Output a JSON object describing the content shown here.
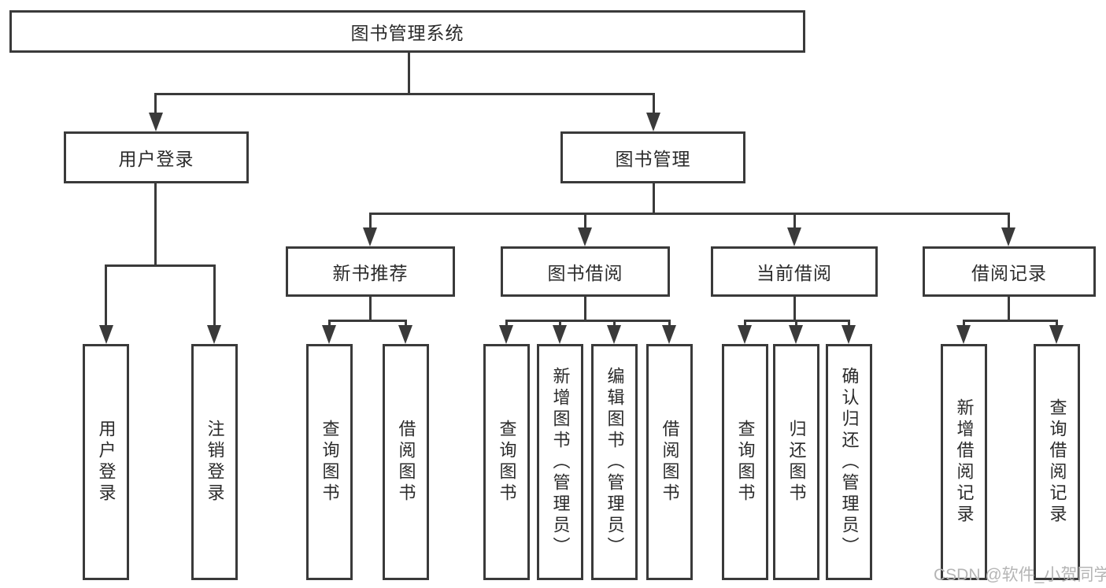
{
  "diagram": {
    "root": {
      "label": "图书管理系统"
    },
    "branches": {
      "user_login": {
        "label": "用户登录",
        "children": {
          "login": {
            "label": "用户登录"
          },
          "logout": {
            "label": "注销登录"
          }
        }
      },
      "book_mgmt": {
        "label": "图书管理",
        "children": {
          "new_book_rec": {
            "label": "新书推荐",
            "children": {
              "query": {
                "label": "查询图书"
              },
              "borrow": {
                "label": "借阅图书"
              }
            }
          },
          "book_borrow": {
            "label": "图书借阅",
            "children": {
              "query": {
                "label": "查询图书"
              },
              "add": {
                "label": "新增图书（管理员）"
              },
              "edit": {
                "label": "编辑图书（管理员）"
              },
              "borrow": {
                "label": "借阅图书"
              }
            }
          },
          "current_borrow": {
            "label": "当前借阅",
            "children": {
              "query": {
                "label": "查询图书"
              },
              "return": {
                "label": "归还图书"
              },
              "confirm": {
                "label": "确认归还（管理员）"
              }
            }
          },
          "borrow_record": {
            "label": "借阅记录",
            "children": {
              "add": {
                "label": "新增借阅记录"
              },
              "query": {
                "label": "查询借阅记录"
              }
            }
          }
        }
      }
    }
  },
  "watermark": "CSDN @软件_小贺同学",
  "colors": {
    "line": "#3a3a3a",
    "text": "#2b2b2b",
    "watermark": "#b5b5b5",
    "background": "#ffffff"
  }
}
